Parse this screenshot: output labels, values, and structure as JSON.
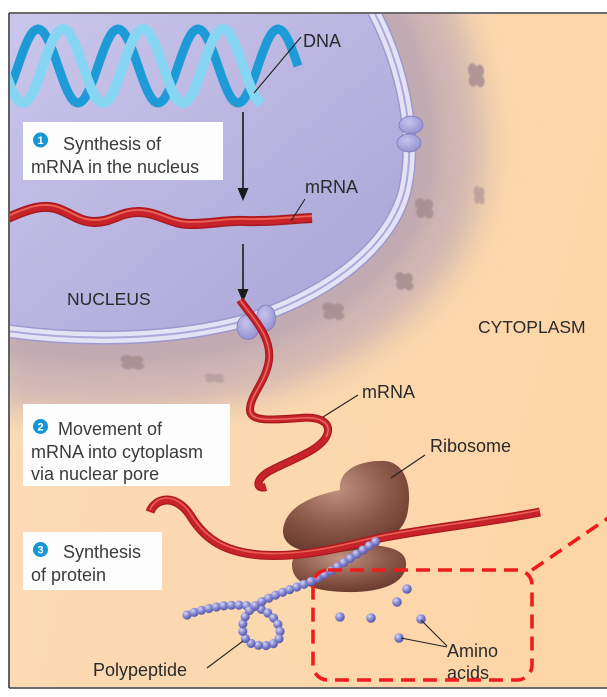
{
  "regions": {
    "nucleus": "NUCLEUS",
    "cytoplasm": "CYTOPLASM"
  },
  "labels": {
    "dna": "DNA",
    "mrna_nucleus": "mRNA",
    "mrna_cytoplasm": "mRNA",
    "ribosome": "Ribosome",
    "polypeptide": "Polypeptide",
    "amino_acids": [
      "Amino",
      "acids"
    ]
  },
  "steps": [
    {
      "number": "1",
      "lines": [
        "Synthesis of",
        "mRNA in the nucleus"
      ]
    },
    {
      "number": "2",
      "lines": [
        "Movement of",
        "mRNA into cytoplasm",
        "via nuclear pore"
      ]
    },
    {
      "number": "3",
      "lines": [
        "Synthesis",
        "of protein"
      ]
    }
  ],
  "colors": {
    "nucleus_light": "#cbc8ec",
    "nucleus_dark": "#a8a3d6",
    "cytoplasm_light": "#fbdbb9",
    "cytoplasm_dark": "#fdd6a8",
    "er_halo": "#c7b0b4",
    "er_cluster": "#a38a8e",
    "dna_light_strand": "#86d5f3",
    "dna_dark_strand": "#1d9bd6",
    "mrna": "#c8232a",
    "mrna_highlight": "#ee5a4c",
    "ribosome_highlight": "#c09280",
    "ribosome": "#8a5646",
    "ribosome_shadow": "#5f3529",
    "amino_acid_highlight": "#d6d7f7",
    "amino_acid": "#7d7fcb",
    "amino_acid_shadow": "#5053a3",
    "nuclear_pore_light": "#c6c4ec",
    "nuclear_pore": "#8e8ace",
    "step_badge": "#1597d5",
    "highlight_box": "#ee1c1c"
  }
}
